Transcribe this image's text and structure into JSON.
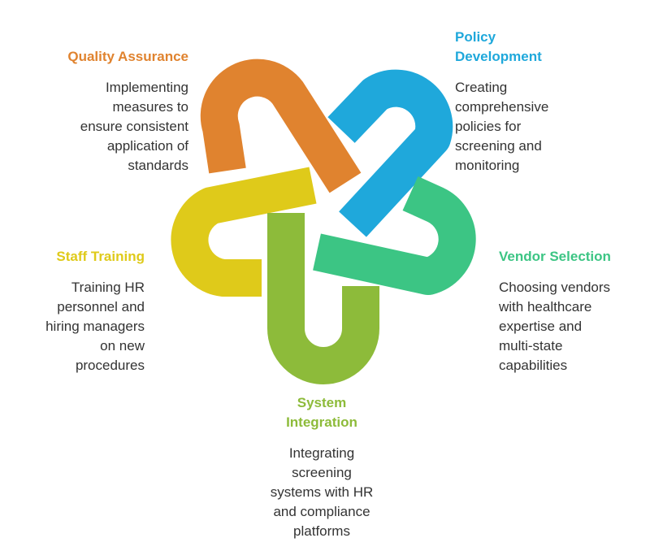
{
  "items": [
    {
      "key": "quality",
      "title": [
        "Quality Assurance"
      ],
      "desc": [
        "Implementing",
        "measures to",
        "ensure consistent",
        "application of",
        "standards"
      ],
      "color": "#E0832F"
    },
    {
      "key": "policy",
      "title": [
        "Policy",
        "Development"
      ],
      "desc": [
        "Creating",
        "comprehensive",
        "policies for",
        "screening and",
        "monitoring"
      ],
      "color": "#1FA8DB"
    },
    {
      "key": "vendor",
      "title": [
        "Vendor Selection"
      ],
      "desc": [
        "Choosing vendors",
        "with healthcare",
        "expertise and",
        "multi-state",
        "capabilities"
      ],
      "color": "#3CC584"
    },
    {
      "key": "system",
      "title": [
        "System",
        "Integration"
      ],
      "desc": [
        "Integrating",
        "screening",
        "systems with HR",
        "and compliance",
        "platforms"
      ],
      "color": "#8DBB3A"
    },
    {
      "key": "staff",
      "title": [
        "Staff Training"
      ],
      "desc": [
        "Training HR",
        "personnel and",
        "hiring managers",
        "on new",
        "procedures"
      ],
      "color": "#DFCA1A"
    }
  ]
}
